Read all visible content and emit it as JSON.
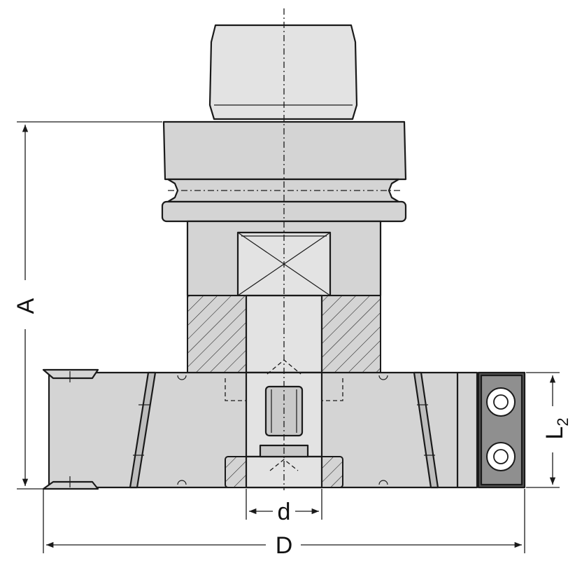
{
  "dimensions": {
    "overall_length_label": "A",
    "diameter_label": "D",
    "bore_label": "d",
    "cutting_length_label": "L",
    "cutting_length_subscript": "2"
  }
}
